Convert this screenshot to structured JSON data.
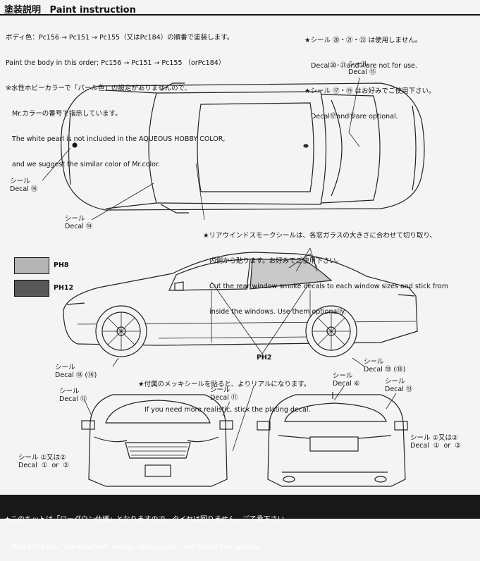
{
  "header": {
    "title_jp": "塗装説明",
    "title_en": "Paint instruction"
  },
  "instructions": {
    "line1": "ボディ色：Pc156 → Pc151 → Pc155（又はPc184）の順番で塗装します。",
    "line2": "Paint the body in this order; Pc156 → Pc151 → Pc155 （orPc184）",
    "line3": "※水性ホビーカラーで「パール色」の設定がありませんので、",
    "line4": "   Mr.カラーの番号で指示しています。",
    "line5": "   The white pearl is not included in the AQUEOUS HOBBY COLOR,",
    "line6": "   and we suggest the similar color of Mr.color."
  },
  "decal_notes": {
    "line1": "★シール ⑳・㉑・㉒ は使用しません。",
    "line2": "   Decal⑳･㉑and㉒are not for use.",
    "line3": "★シール ⑰・⑲ はお好みでご使用下さい。",
    "line4": "   Decal⑰and⑲are optional."
  },
  "rear_window_note": {
    "line1": "★リアウインドスモークシールは、各窓ガラスの大きさに合わせて切り取り、",
    "line2": "   内側から貼ります。お好みでご使用下さい。",
    "line3": "   Cut the rear window smoke decals to each window sizes and stick from",
    "line4": "   inside the windows. Use them optionally."
  },
  "plating_note": {
    "line1": "★付属のメッキシールを貼ると、よりリアルになります。",
    "line2": "   If you need more realistic, stick the plating decal."
  },
  "labels": {
    "top_15": "シール\nDecal ⑮",
    "top_16": "シール\nDecal ⑯",
    "top_14": "シール\nDecal ⑭",
    "side_18": "シール\nDecal ⑱ (⑱)",
    "side_19": "シール\nDecal ⑲ (⑱)",
    "ph2": "PH2",
    "front_12": "シール\nDecal ⑫",
    "front_11": "シール\nDecal ⑪",
    "front_1_2": "シール ①又は②\nDecal  ①  or  ②",
    "rear_6": "シール\nDecal ⑥",
    "rear_13": "シール\nDecal ⑬",
    "rear_1_2": "シール ①又は②\nDecal  ①  or  ②"
  },
  "swatches": [
    {
      "label": "PH8",
      "color": "#b4b4b4"
    },
    {
      "label": "PH12",
      "color": "#585858"
    }
  ],
  "footer": {
    "line1": "★このキットは「ローダウン仕様」となりますので、タイヤは回りません。ご了承下さい。",
    "line2": "   This kit is the \"low-downed\" model, and you can not rotate the wheels."
  }
}
